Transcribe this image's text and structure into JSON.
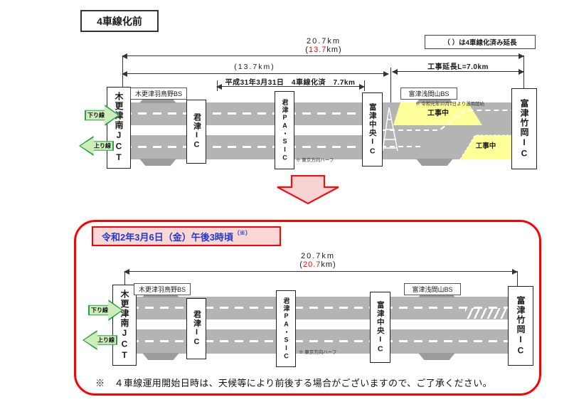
{
  "title": "4車線化前",
  "legend_note": "（ ）は4車線化済み延長",
  "colors": {
    "road_gray": "#b4b4b4",
    "construction_yellow": "#ffff99",
    "accent_red": "#ff0000",
    "header_blue": "#2039c8",
    "arrow_green": "#27a044",
    "arrow_green_light": "#cdeebb",
    "highlight_pink": "#f9d7d5"
  },
  "before": {
    "dim_total": "20.7km",
    "dim_total_paren": {
      "open": "(",
      "value": "13.7",
      "close": "km)"
    },
    "dim_four_laned": "(13.7km)",
    "dim_construction": "工事延長L=7.0km",
    "dim_heisei": "平成31年3月31日　4車線化済　7.7km",
    "bs_left": "木更津羽鳥野BS",
    "bs_right": "富津浅間山BS",
    "bs_right_note": "※ 令和元年10月1日より運用開始",
    "stations": [
      "木更津南JCT",
      "君津IC",
      "君津PA・SIC",
      "富津中央IC",
      "富津竹岡IC"
    ],
    "arrow_down": "下り線",
    "arrow_up": "上り線",
    "under_construction_top": "工事中",
    "under_construction_bottom": "工事中",
    "tokyo_half_note": "※ 東京方向ハーフ"
  },
  "after": {
    "header": "令和2年3月6日（金）午後3時頃",
    "header_sup": "（※）",
    "dim_total": "20.7km",
    "dim_total_paren": {
      "open": "(",
      "value": "20.7",
      "close": "km)"
    },
    "bs_left": "木更津羽鳥野BS",
    "bs_right": "富津浅間山BS",
    "stations": [
      "木更津南JCT",
      "君津IC",
      "君津PA・SIC",
      "富津中央IC",
      "富津竹岡IC"
    ],
    "arrow_down": "下り線",
    "arrow_up": "上り線",
    "tokyo_half_note": "※ 東京方向ハーフ",
    "footnote": "※　４車線運用開始日時は、天候等により前後する場合がございますので、ご了承ください。"
  }
}
